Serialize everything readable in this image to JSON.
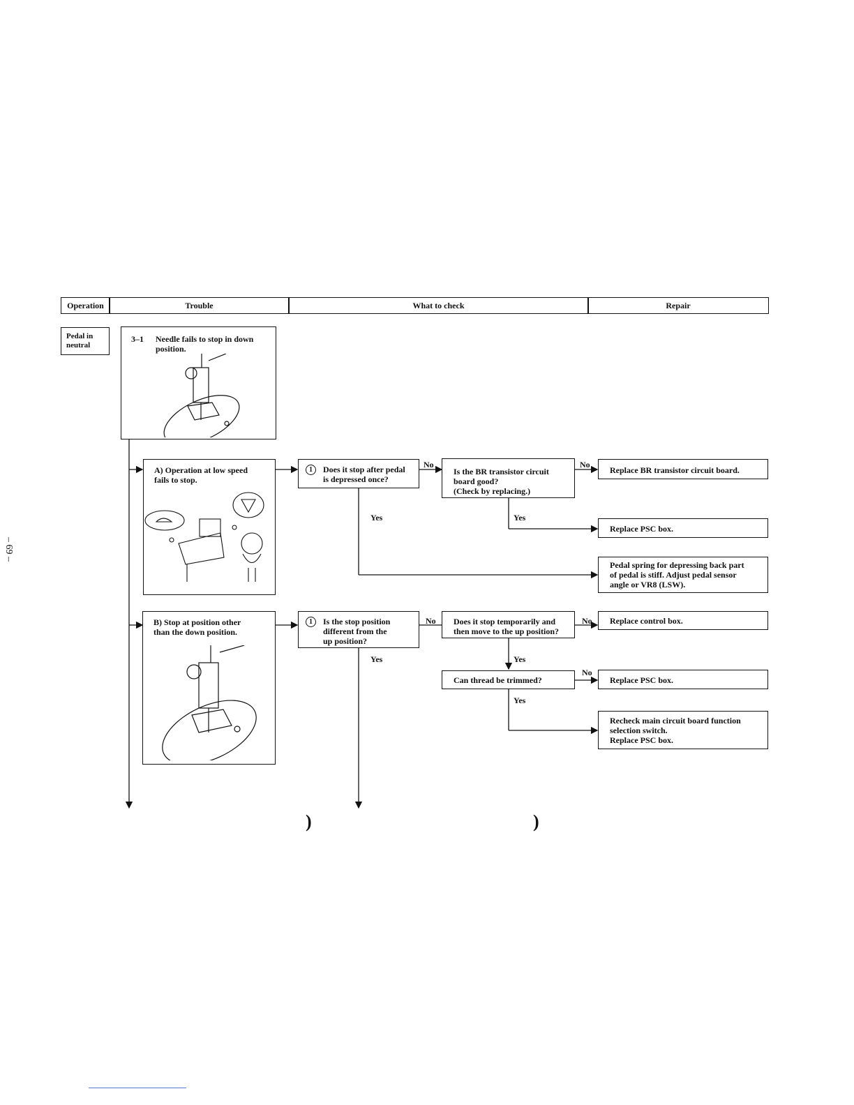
{
  "page_number": "– 69 –",
  "header": {
    "operation": "Operation",
    "trouble": "Trouble",
    "what_to_check": "What to check",
    "repair": "Repair"
  },
  "operation_label": "Pedal in\nneutral",
  "trouble_main": {
    "code": "3–1",
    "title": "Needle fails to stop in down\nposition."
  },
  "case_a": {
    "trouble": "A)  Operation at low speed\n       fails to stop.",
    "check1": {
      "num": "1",
      "text": "Does it stop after pedal\nis depressed once?"
    },
    "check2": "Is the BR transistor circuit\nboard good?\n(Check by replacing.)",
    "repair1": "Replace BR transistor circuit board.",
    "repair2": "Replace PSC box.",
    "repair3": "Pedal spring for depressing back part\nof pedal is stiff.  Adjust pedal sensor\nangle or VR8 (LSW)."
  },
  "case_b": {
    "trouble": "B)  Stop at position other\n       than the down position.",
    "check1": {
      "num": "1",
      "text": "Is the stop position\ndifferent from the\nup position?"
    },
    "check2": "Does it stop temporarily and\nthen move to the up position?",
    "check3": "Can thread be trimmed?",
    "repair1": "Replace control box.",
    "repair2": "Replace PSC box.",
    "repair3": "Recheck main circuit board function\nselection switch.\nReplace PSC box."
  },
  "flow_labels": {
    "no": "No",
    "yes": "Yes"
  },
  "binding_mark": ")"
}
